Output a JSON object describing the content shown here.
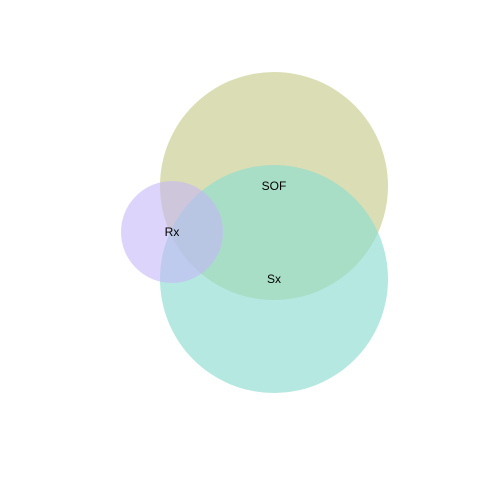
{
  "sets": [
    {
      "key": "sof",
      "label": "SOF",
      "color": "#c8cc8c"
    },
    {
      "key": "sx",
      "label": "Sx",
      "color": "#8edccf"
    },
    {
      "key": "rx",
      "label": "Rx",
      "color": "#c4b8f7"
    }
  ]
}
